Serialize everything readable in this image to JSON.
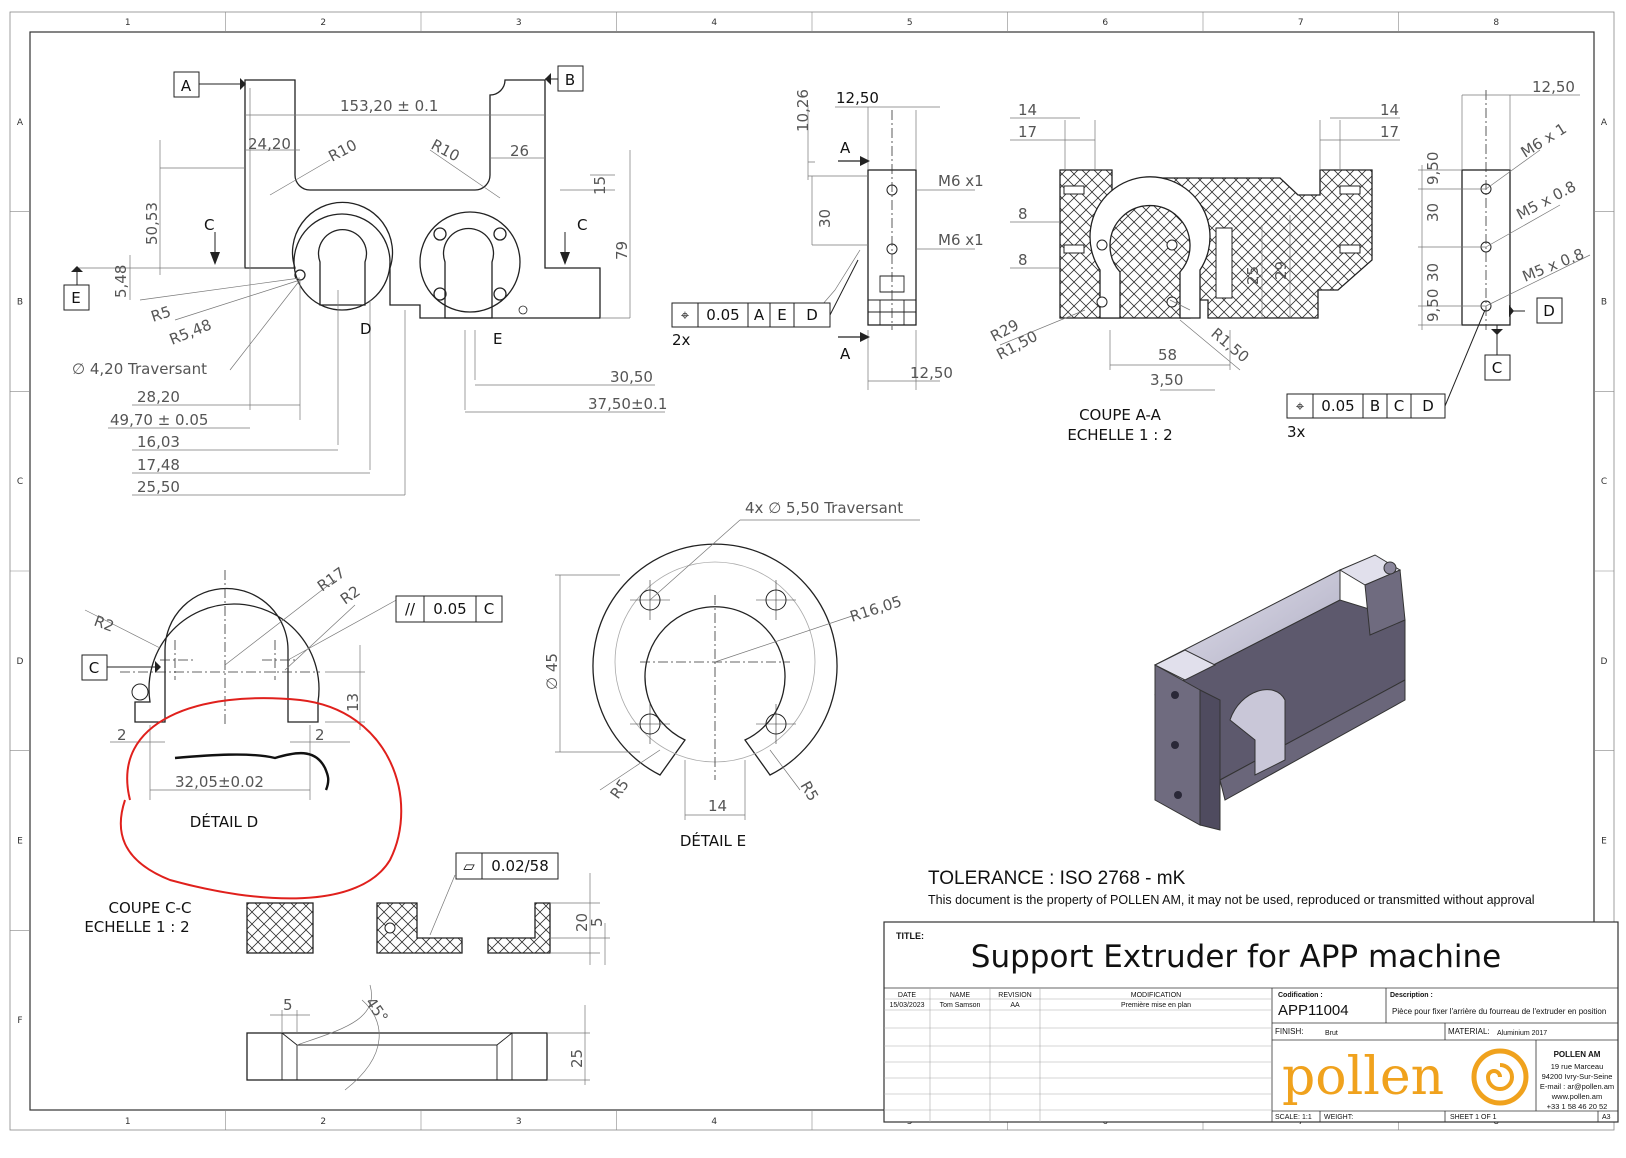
{
  "zones": {
    "columns": [
      "1",
      "2",
      "3",
      "4",
      "5",
      "6",
      "7",
      "8"
    ],
    "rows": [
      "A",
      "B",
      "C",
      "D",
      "E",
      "F"
    ]
  },
  "dims": {
    "d153": "153,20 ± 0.1",
    "d24": "24,20",
    "d26": "26",
    "r10a": "R10",
    "r10b": "R10",
    "d5053": "50,53",
    "d548": "5,48",
    "d15": "15",
    "d79": "79",
    "r5": "R5",
    "r548": "R5,48",
    "trav": "∅ 4,20 Traversant",
    "d2820": "28,20",
    "d4970": "49,70 ± 0.05",
    "d1603": "16,03",
    "d1748": "17,48",
    "d2550": "25,50",
    "d3050": "30,50",
    "d3750": "37,50±0.1",
    "s_1026": "10,26",
    "s_1250a": "12,50",
    "s_m6a": "M6 x1",
    "s_m6b": "M6 x1",
    "s_30": "30",
    "s_1250b": "12,50",
    "a_14a": "14",
    "a_17a": "17",
    "a_14b": "14",
    "a_17b": "17",
    "a_8a": "8",
    "a_8b": "8",
    "a_25": "25",
    "a_29": "29",
    "a_58": "58",
    "a_350": "3,50",
    "a_r29": "R29",
    "a_r150a": "R1,50",
    "a_r150b": "R1,50",
    "r_1250": "12,50",
    "r_m6": "M6 x 1",
    "r_m5a": "M5 x 0.8",
    "r_m5b": "M5 x 0.8",
    "r_950a": "9,50",
    "r_30a": "30",
    "r_30b": "30",
    "r_950b": "9,50",
    "dd_r2a": "R2",
    "dd_r17": "R17",
    "dd_r2b": "R2",
    "dd_13": "13",
    "dd_2a": "2",
    "dd_2b": "2",
    "dd_3205": "32,05±0.02",
    "de_holes": "4x ∅ 5,50 Traversant",
    "de_r1605": "R16,05",
    "de_45": "∅ 45",
    "de_r5a": "R5",
    "de_r5b": "R5",
    "de_14": "14",
    "cc_20": "20",
    "cc_5": "5",
    "bv_5": "5",
    "bv_45": "45°",
    "bv_25": "25"
  },
  "datums": {
    "A": "A",
    "B": "B",
    "C": "C",
    "D": "D",
    "E": "E",
    "secA1": "A",
    "secA2": "A",
    "rC": "C",
    "rD": "D",
    "ddC": "C"
  },
  "fcf1": {
    "sym": "⌖",
    "tol": "0.05",
    "d1": "A",
    "d2": "E",
    "d3": "D",
    "mult": "2x"
  },
  "fcf2": {
    "sym": "⌖",
    "tol": "0.05",
    "d1": "B",
    "d2": "C",
    "d3": "D",
    "mult": "3x"
  },
  "fcf3": {
    "sym": "//",
    "tol": "0.05",
    "d1": "C"
  },
  "fcf4": {
    "sym": "▱",
    "tol": "0.02/58"
  },
  "labels": {
    "coupe_aa": "COUPE A-A",
    "echelle_aa": "ECHELLE 1 : 2",
    "coupe_cc": "COUPE C-C",
    "echelle_cc": "ECHELLE 1 : 2",
    "detail_d": "DÉTAIL D",
    "detail_e": "DÉTAIL E",
    "d_mark": "D",
    "e_mark": "E"
  },
  "tolerance": "TOLERANCE : ISO 2768 - mK",
  "notice": "This document is the property of POLLEN AM, it may not be used, reproduced or transmitted without approval",
  "title_block": {
    "title_label": "TITLE:",
    "title": "Support Extruder for APP machine",
    "rev_headers": [
      "DATE",
      "NAME",
      "REVISION",
      "MODIFICATION"
    ],
    "rev_row": [
      "15/03/2023",
      "Tom Samson",
      "AA",
      "Première mise en plan"
    ],
    "codification_label": "Codification :",
    "codification": "APP11004",
    "description_label": "Description :",
    "description": "Pièce pour fixer l'arrière du fourreau de l'extruder en position",
    "finish_label": "FINISH:",
    "finish": "Brut",
    "material_label": "MATERIAL:",
    "material": "Aluminium 2017",
    "company": "POLLEN AM",
    "address": [
      "19 rue Marceau",
      "94200 Ivry-Sur-Seine",
      "E-mail : ar@pollen.am",
      "www.pollen.am",
      "+33 1 58 46 20 52"
    ],
    "logo_text": "pollen",
    "scale_label": "SCALE:",
    "scale": "1:1",
    "weight_label": "WEIGHT:",
    "sheet": "SHEET 1 OF 1",
    "size": "A3"
  },
  "colors": {
    "annotation": "#e0201c",
    "logo": "#f0a21d",
    "part": "#6f6b7f",
    "part_light": "#c9c7d8"
  }
}
